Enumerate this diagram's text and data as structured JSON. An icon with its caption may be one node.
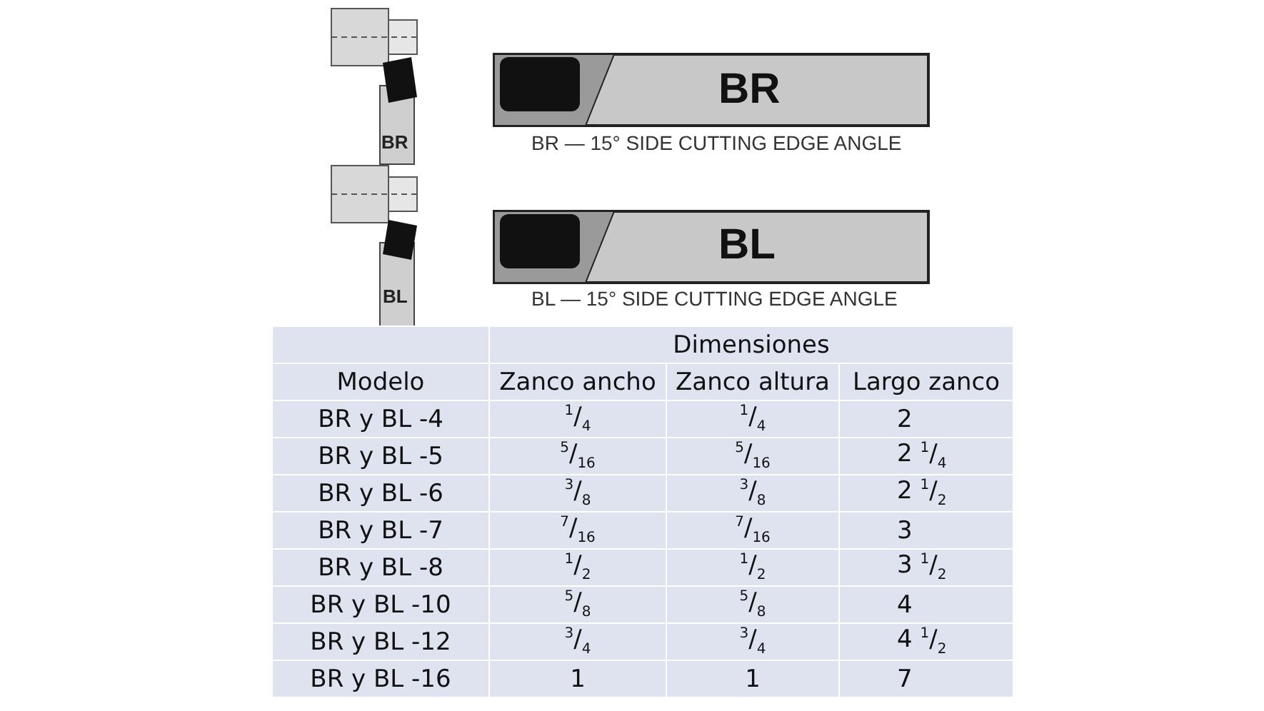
{
  "diagram": {
    "labels": [
      "BR",
      "BR",
      "BR — 15° SIDE CUTTING EDGE ANGLE",
      "BL",
      "BL",
      "BL — 15° SIDE CUTTING EDGE ANGLE",
      "Dimensiones",
      "Modelo",
      "Zanco ancho",
      "Zanco altura",
      "Largo zanco",
      "BR y BL -4",
      "$^{1}$/$_{4}$",
      "$^{1}$/$_{4}$",
      "2",
      "BR y BL -5",
      "$^{5}$/$_{16}$",
      "$^{5}$/$_{16}$",
      "2 $^{1}$/$_{4}$",
      "BR y BL -6",
      "$^{3}$/$_{8}$",
      "$^{3}$/$_{8}$",
      "2 $^{1}$/$_{2}$",
      "BR y BL -7",
      "$^{7}$/$_{16}$",
      "$^{7}$/$_{16}$",
      "3",
      "BR y BL -8",
      "$^{1}$/$_{2}$",
      "$^{1}$/$_{2}$",
      "3 $^{1}$/$_{2}$",
      "BR y BL -10",
      "$^{5}$/$_{8}$",
      "$^{5}$/$_{8}$",
      "4",
      "BR y BL -12",
      "$^{3}$/$_{4}$",
      "$^{3}$/$_{4}$",
      "4 $^{1}$/$_{2}$",
      "BR y BL -16",
      "1",
      "1",
      "7"
    ]
  }
}
